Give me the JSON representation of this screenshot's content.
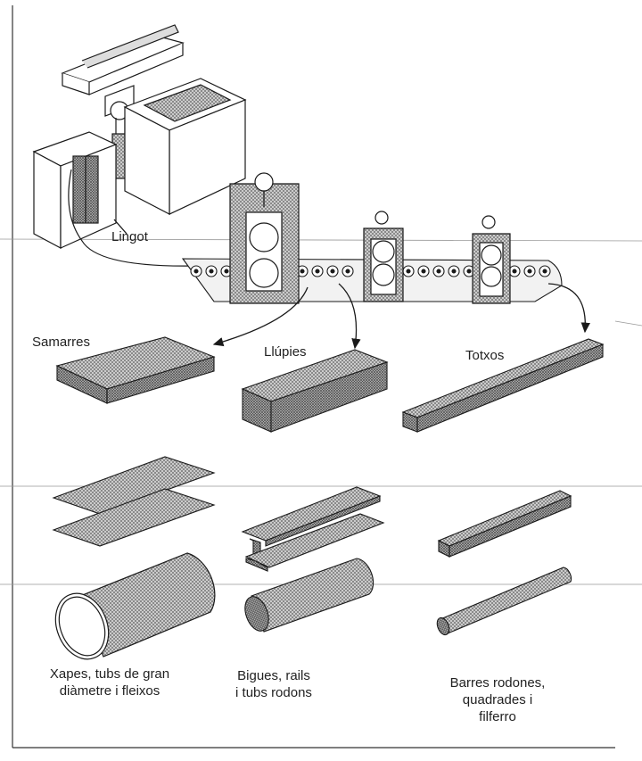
{
  "labels": {
    "ingot": "Lingot",
    "slabs": "Samarres",
    "blooms": "Llúpies",
    "billets": "Totxos"
  },
  "captions": {
    "col1": [
      "Xapes, tubs de gran",
      "diàmetre i fleixos"
    ],
    "col2": [
      "Bigues, rails",
      "i tubs rodons"
    ],
    "col3": [
      "Barres rodones,",
      "quadrades i",
      "filferro"
    ]
  },
  "colors": {
    "ink": "#1a1a1a",
    "hatch": "#6e6e6e",
    "paper": "#ffffff"
  }
}
